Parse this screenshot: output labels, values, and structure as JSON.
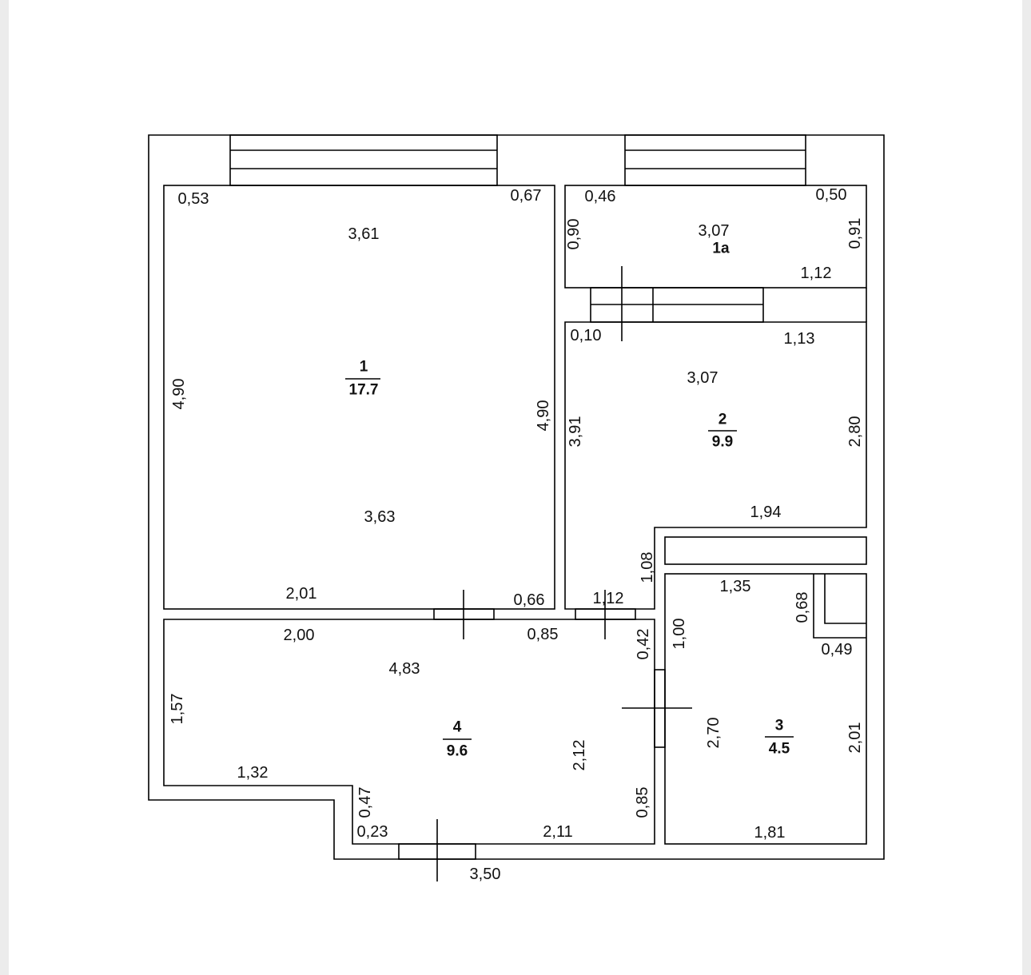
{
  "plan": {
    "dimensions": [
      "0,53",
      "0,67",
      "0,46",
      "0,50",
      "3,61",
      "3,07",
      "0,90",
      "0,91",
      "1,12",
      "0,10",
      "1,13",
      "3,07",
      "4,90",
      "4,90",
      "3,91",
      "2,80",
      "1,94",
      "3,63",
      "1,08",
      "1,35",
      "0,68",
      "2,01",
      "0,66",
      "1,12",
      "2,00",
      "0,85",
      "0,42",
      "1,00",
      "0,49",
      "4,83",
      "1,57",
      "2,70",
      "2,12",
      "2,01",
      "1,32",
      "0,47",
      "0,23",
      "2,11",
      "0,85",
      "1,81",
      "3,50"
    ],
    "rooms": [
      {
        "number": "1",
        "area": "17.7"
      },
      {
        "number": "1а"
      },
      {
        "number": "2",
        "area": "9.9"
      },
      {
        "number": "3",
        "area": "4.5"
      },
      {
        "number": "4",
        "area": "9.6"
      }
    ]
  }
}
